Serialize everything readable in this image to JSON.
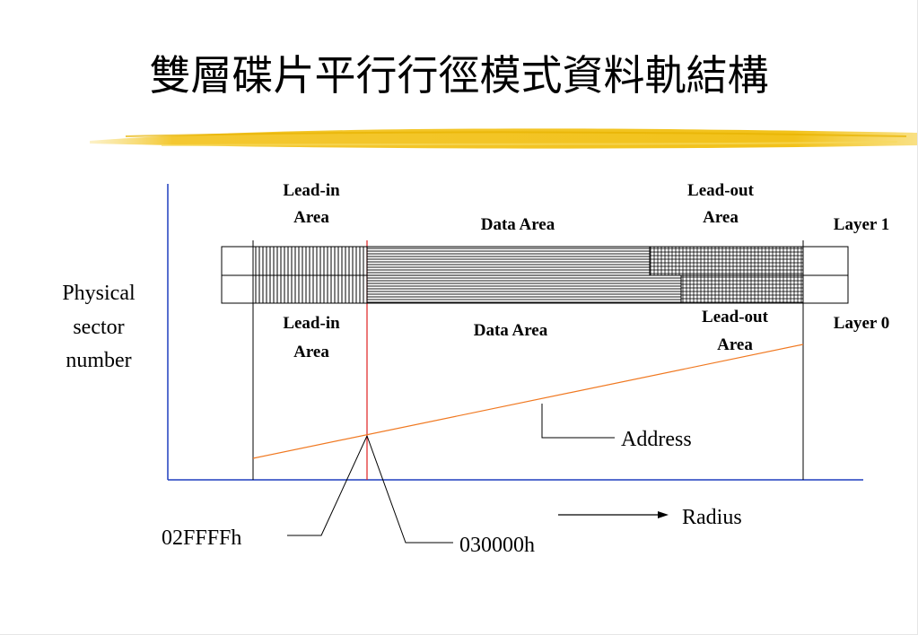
{
  "slide": {
    "title": "雙層碟片平行行徑模式資料軌結構"
  },
  "diagram": {
    "y_axis_label": [
      "Physical",
      "sector",
      "number"
    ],
    "x_axis_label": "Radius",
    "layer1": {
      "label": "Layer 1",
      "lead_in": [
        "Lead-in",
        "Area"
      ],
      "data": "Data Area",
      "lead_out": [
        "Lead-out",
        "Area"
      ]
    },
    "layer0": {
      "label": "Layer 0",
      "lead_in": [
        "Lead-in",
        "Area"
      ],
      "data": "Data Area",
      "lead_out": [
        "Lead-out",
        "Area"
      ]
    },
    "address_label": "Address",
    "address_start": "02FFFFh",
    "address_end": "030000h"
  },
  "colors": {
    "axis": "#1f3fbf",
    "address_line": "#f07820",
    "marker_line": "#e02020",
    "underline_brush": "#f2c21a"
  }
}
